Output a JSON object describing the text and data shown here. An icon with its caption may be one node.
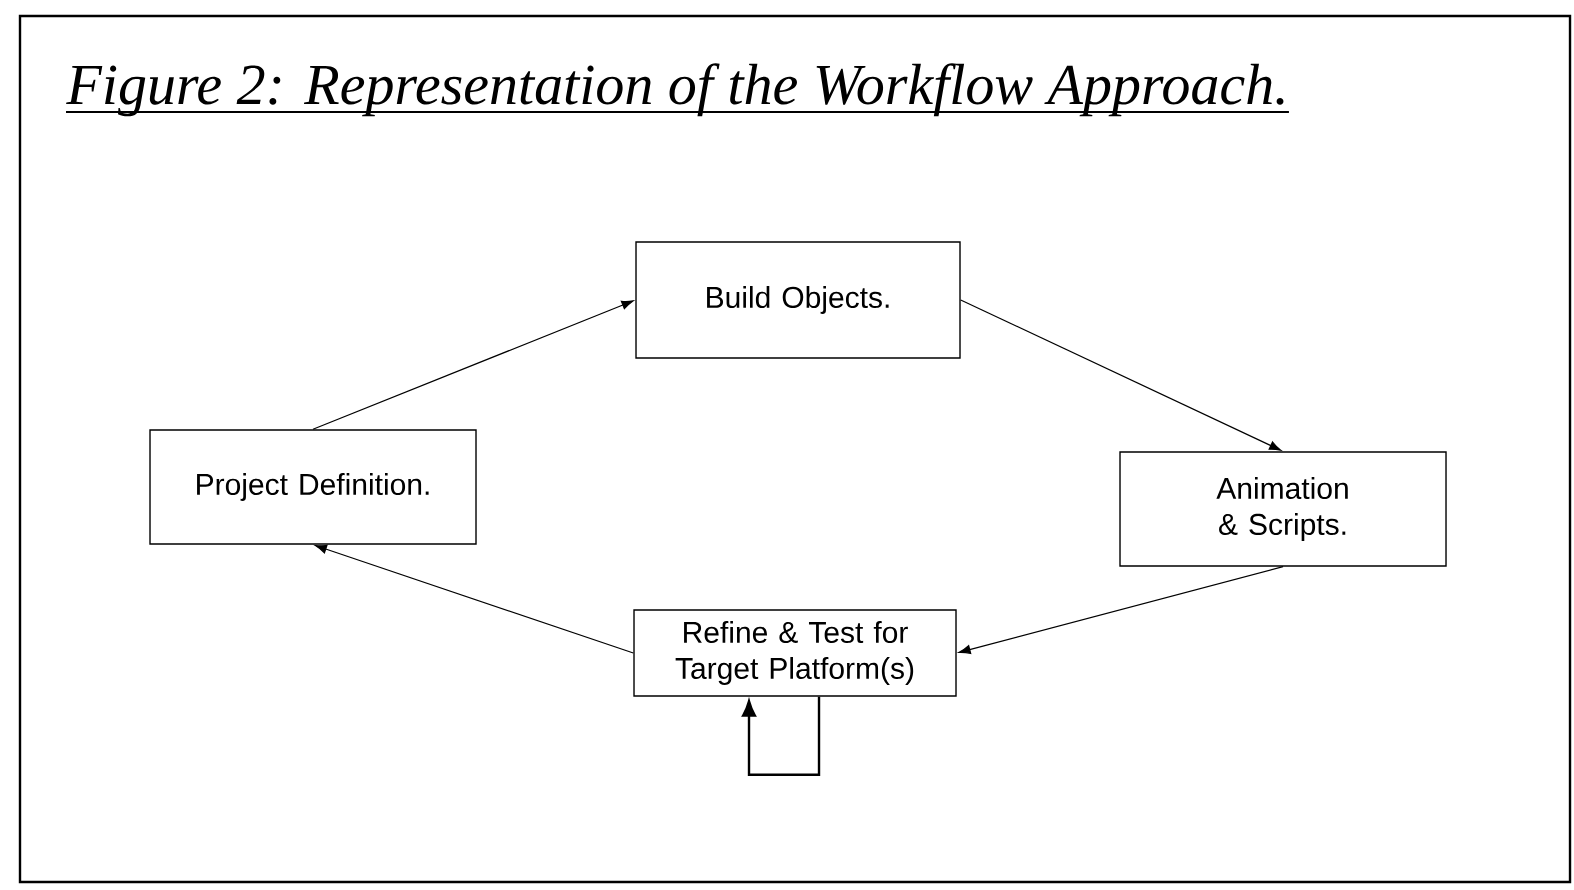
{
  "diagram": {
    "title": "Figure 2: Representation of the Workflow Approach.",
    "nodes": [
      {
        "text": [
          "Project Definition."
        ]
      },
      {
        "text": [
          "Build Objects."
        ]
      },
      {
        "text": [
          "Animation & Scripts."
        ]
      },
      {
        "text": [
          "Refine & Test for Target Platform(s)"
        ]
      }
    ],
    "edges": [
      {
        "from": 0,
        "to": 1,
        "arrow": "to"
      },
      {
        "from": 1,
        "to": 2,
        "arrow": "to"
      },
      {
        "from": 2,
        "to": 3,
        "arrow": "to"
      },
      {
        "from": 3,
        "to": 0,
        "arrow": "to"
      },
      {
        "from": 3,
        "to": 3,
        "arrow": "to"
      }
    ]
  }
}
